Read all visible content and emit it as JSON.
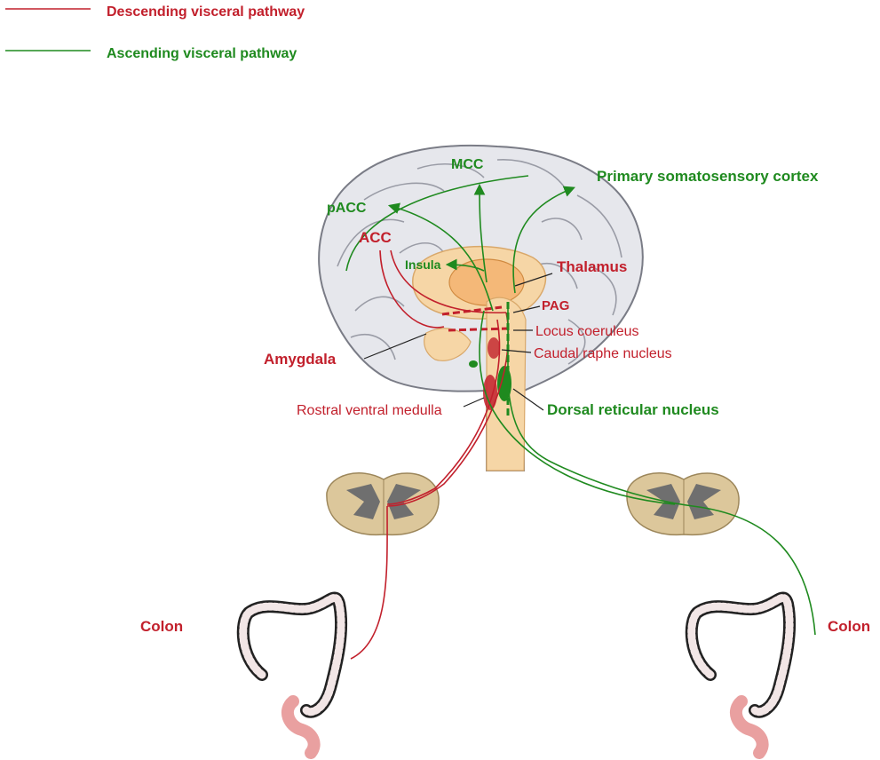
{
  "legend": {
    "descending": "Descending visceral pathway",
    "ascending": "Ascending visceral pathway"
  },
  "labels": {
    "mcc": "MCC",
    "primary_somatosensory": "Primary somatosensory cortex",
    "pacc": "pACC",
    "acc": "ACC",
    "insula": "Insula",
    "thalamus": "Thalamus",
    "pag": "PAG",
    "locus_coeruleus": "Locus coeruleus",
    "amygdala": "Amygdala",
    "caudal_raphe": "Caudal raphe nucleus",
    "rostral_ventral_medulla": "Rostral ventral medulla",
    "dorsal_reticular": "Dorsal reticular nucleus",
    "colon_left": "Colon",
    "colon_right": "Colon"
  },
  "colors": {
    "descending": "#c2202c",
    "ascending": "#1f8a1f",
    "brain_fill": "#e6e7ec",
    "deep_structures": "#f6d6a6",
    "spinal_cord": "#dcc79b"
  }
}
